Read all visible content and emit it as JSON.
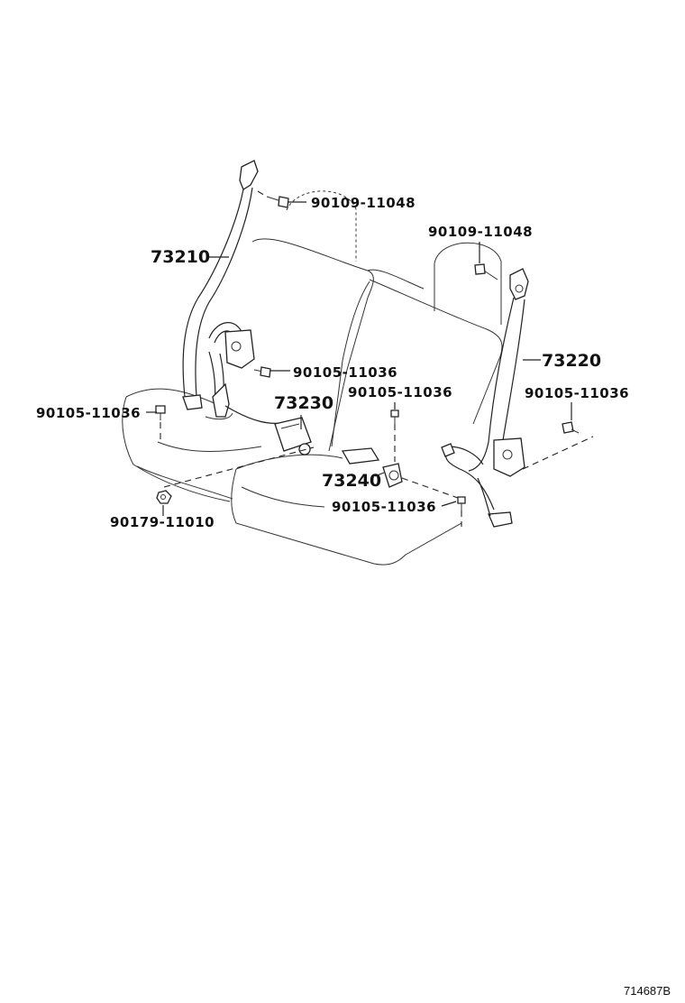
{
  "labels": {
    "bolt_top_left": "90109-11048",
    "bolt_top_right": "90109-11048",
    "belt_left": "73210",
    "belt_right": "73220",
    "retractor_bolt": "90105-11036",
    "buckle_left": "73230",
    "center_bolt": "90105-11036",
    "right_anchor_bolt": "90105-11036",
    "left_anchor_bolt": "90105-11036",
    "buckle_right": "73240",
    "bottom_bolt": "90105-11036",
    "nut": "90179-11010"
  },
  "reference_code": "714687B"
}
